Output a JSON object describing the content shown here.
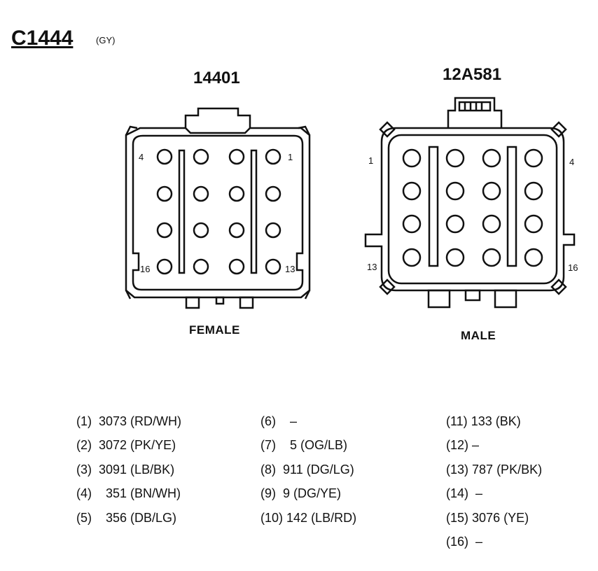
{
  "connector": {
    "id": "C1444",
    "color": "(GY)"
  },
  "female": {
    "part_number": "14401",
    "label": "FEMALE",
    "pin_labels": {
      "top_left": "4",
      "top_right": "1",
      "bottom_left": "16",
      "bottom_right": "13"
    }
  },
  "male": {
    "part_number": "12A581",
    "label": "MALE",
    "pin_labels": {
      "top_left": "1",
      "top_right": "4",
      "bottom_left": "13",
      "bottom_right": "16"
    }
  },
  "pinout": {
    "col1": [
      {
        "pin": "(1)",
        "circuit": "3073 (RD/WH)"
      },
      {
        "pin": "(2)",
        "circuit": "3072 (PK/YE)"
      },
      {
        "pin": "(3)",
        "circuit": "3091 (LB/BK)"
      },
      {
        "pin": "(4)",
        "circuit": "351 (BN/WH)"
      },
      {
        "pin": "(5)",
        "circuit": "356 (DB/LG)"
      }
    ],
    "col2": [
      {
        "pin": "(6)",
        "circuit": "–"
      },
      {
        "pin": "(7)",
        "circuit": "5 (OG/LB)"
      },
      {
        "pin": "(8)",
        "circuit": "911 (DG/LG)"
      },
      {
        "pin": "(9)",
        "circuit": "9 (DG/YE)"
      },
      {
        "pin": "(10)",
        "circuit": "142 (LB/RD)"
      }
    ],
    "col3": [
      {
        "pin": "(11)",
        "circuit": "133 (BK)"
      },
      {
        "pin": "(12)",
        "circuit": "–"
      },
      {
        "pin": "(13)",
        "circuit": "787 (PK/BK)"
      },
      {
        "pin": "(14)",
        "circuit": "–"
      },
      {
        "pin": "(15)",
        "circuit": "3076 (YE)"
      },
      {
        "pin": "(16)",
        "circuit": "–"
      }
    ]
  }
}
